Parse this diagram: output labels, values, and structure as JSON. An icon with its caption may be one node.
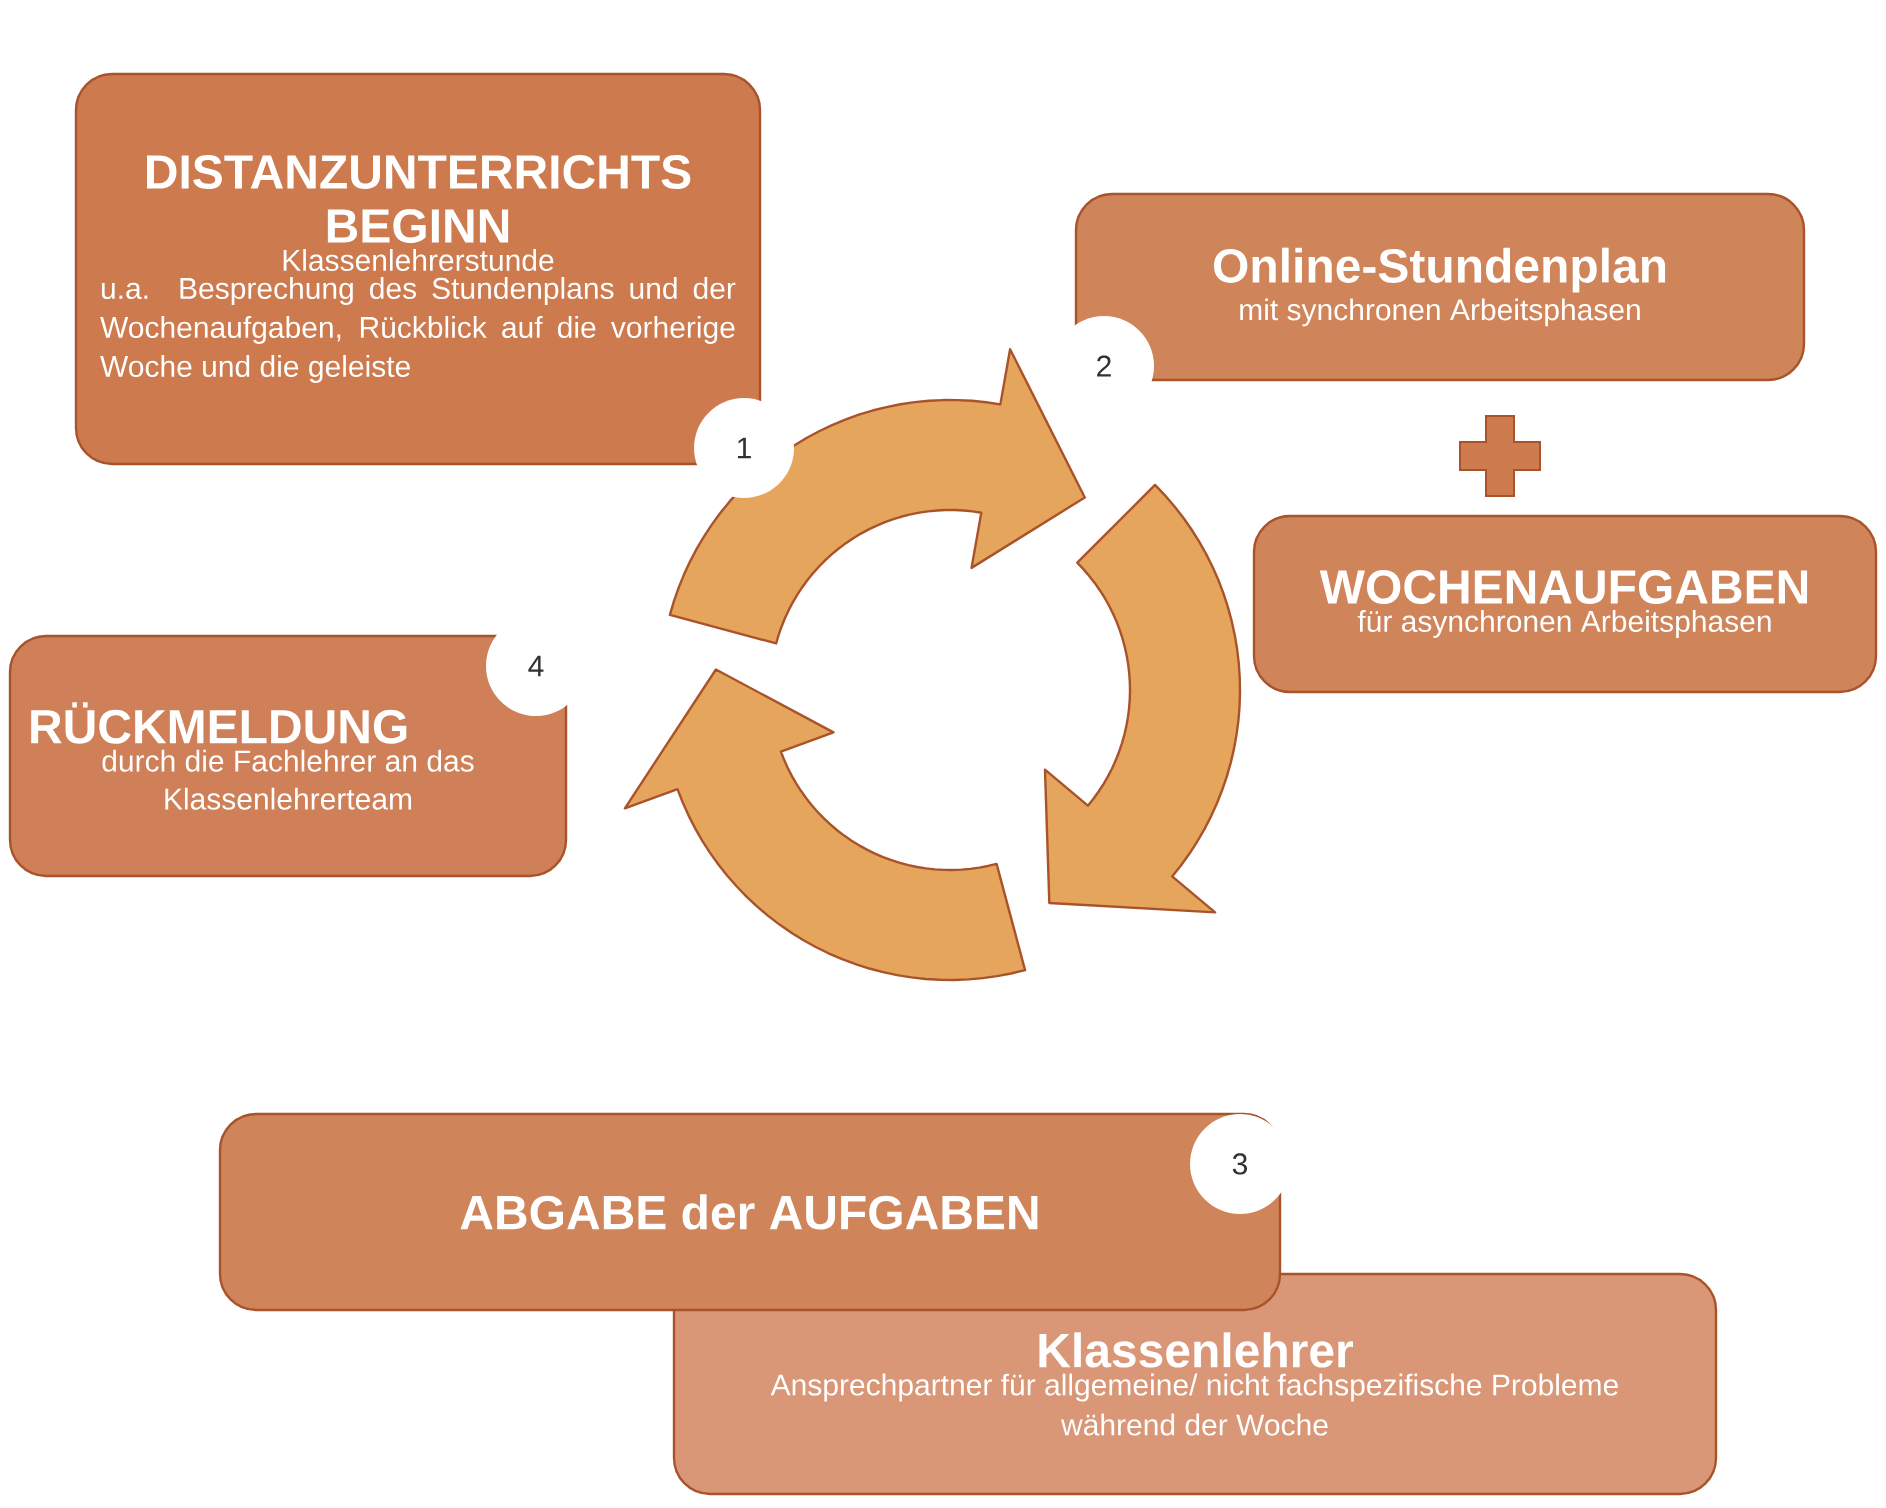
{
  "diagram": {
    "nodes": [
      {
        "text": [
          "DISTANZUNTERRICHTS BEGINN",
          "Klassenlehrerstunde",
          "u.a. Besprechung des Stundenplans und der Wochenaufgaben, Rückblick auf die vorherige Woche und die geleiste"
        ]
      },
      {
        "text": [
          "1"
        ]
      },
      {
        "text": [
          "Online-Stundenplan",
          "mit synchronen Arbeitsphasen"
        ]
      },
      {
        "text": [
          "2"
        ]
      },
      {
        "text": [
          "WOCHENAUFGABEN",
          "für asynchronen Arbeitsphasen"
        ]
      },
      {
        "text": [
          "RÜCKMELDUNG",
          "durch die Fachlehrer an das Klassenlehrerteam"
        ]
      },
      {
        "text": [
          "4"
        ]
      },
      {
        "text": [
          "ABGABE der AUFGABEN"
        ]
      },
      {
        "text": [
          "3"
        ]
      },
      {
        "text": [
          "Klassenlehrer",
          "Ansprechpartner für allgemeine/ nicht fachspezifische Probleme während der Woche"
        ]
      }
    ]
  }
}
